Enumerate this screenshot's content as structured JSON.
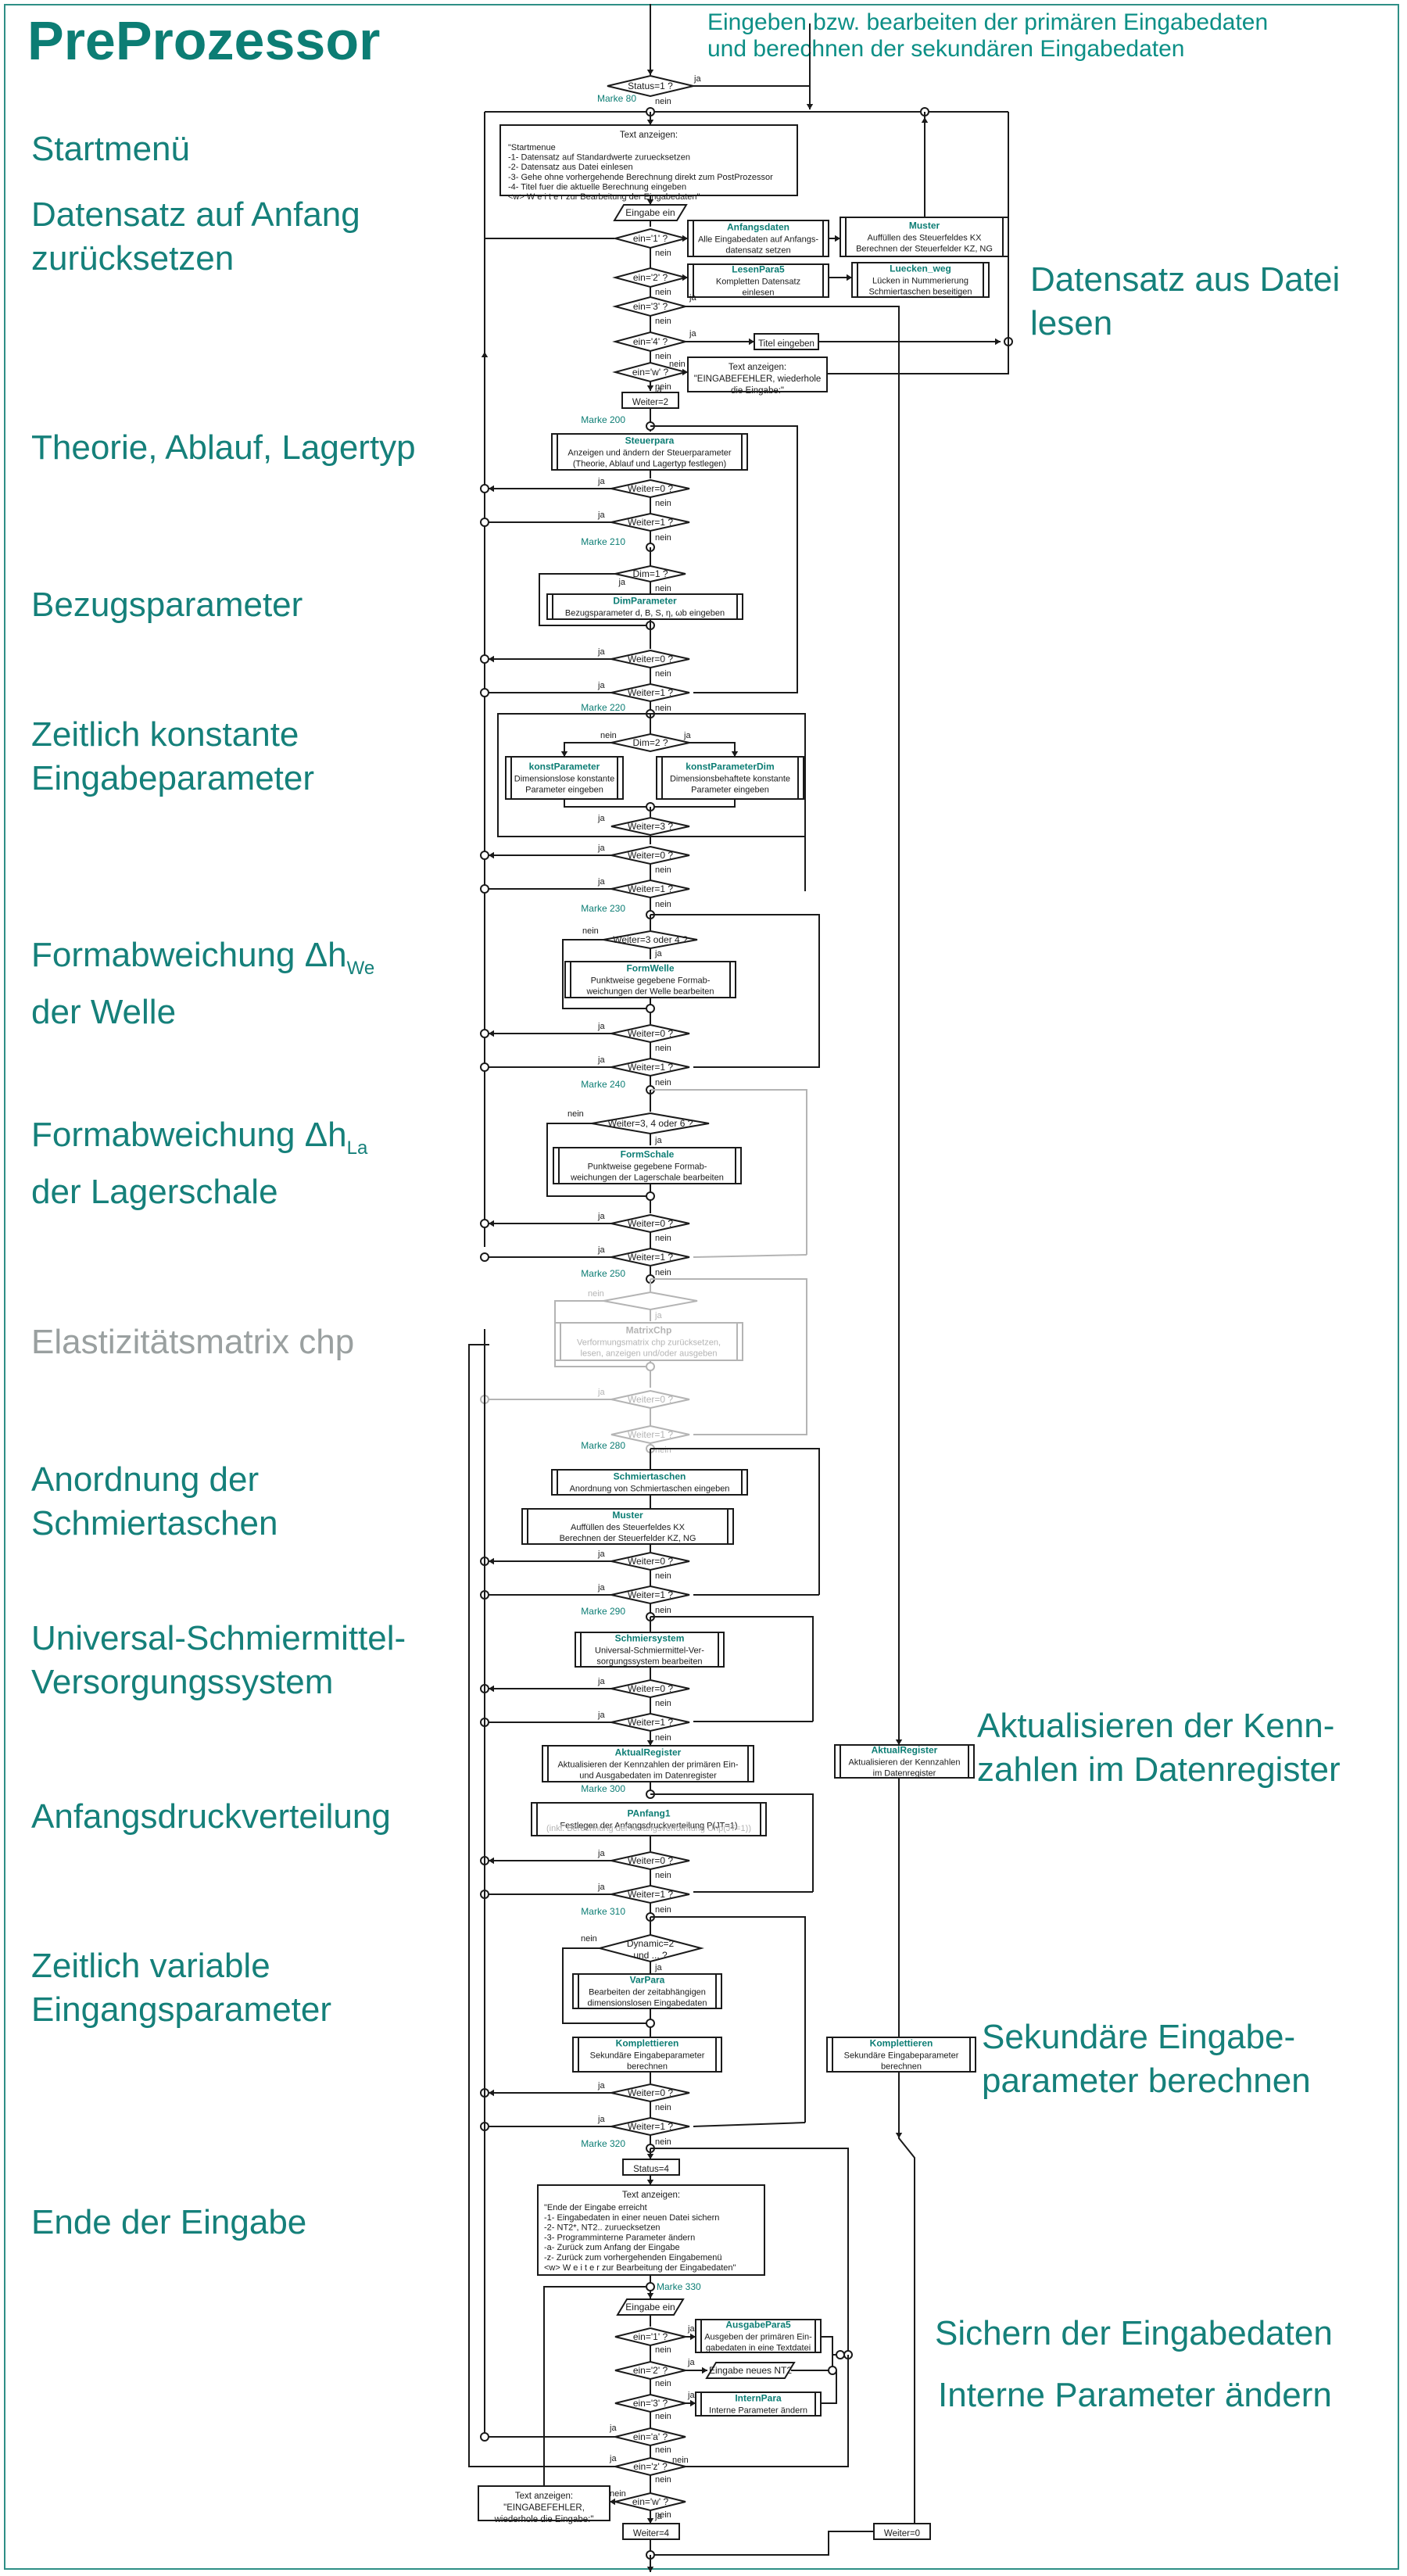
{
  "colors": {
    "accent": "#0c7d74",
    "line": "#1a1a1a",
    "disabled": "#b4b4b4",
    "frame": "#2e8f86"
  },
  "title": "PreProzessor",
  "top_note": {
    "line1": "Eingeben bzw. bearbeiten der primären Eingabedaten",
    "line2": "und berechnen der sekundären Eingabedaten"
  },
  "sections_left": {
    "startmenu": "Startmenü",
    "reset_1": "Datensatz auf Anfang",
    "reset_2": "zurücksetzen",
    "theory": "Theorie, Ablauf, Lagertyp",
    "ref_params": "Bezugsparameter",
    "const_1": "Zeitlich konstante",
    "const_2": "Eingabeparameter",
    "formwelle_1": "Formabweichung Δh",
    "formwelle_sub": "We",
    "formwelle_2": "der Welle",
    "formschale_1": "Formabweichung Δh",
    "formschale_sub": "La",
    "formschale_2": "der Lagerschale",
    "elastic": "Elastizitätsmatrix chp",
    "pockets_1": "Anordnung der",
    "pockets_2": "Schmiertaschen",
    "lube_1": "Universal-Schmiermittel-",
    "lube_2": "Versorgungssystem",
    "pressure": "Anfangsdruckverteilung",
    "variable_1": "Zeitlich variable",
    "variable_2": "Eingangsparameter",
    "end": "Ende der Eingabe"
  },
  "sections_right": {
    "read_1": "Datensatz aus Datei",
    "read_2": "lesen",
    "update_1": "Aktualisieren der Kenn-",
    "update_2": "zahlen im Datenregister",
    "secondary_1": "Sekundäre Eingabe-",
    "secondary_2": "parameter berechnen",
    "save": "Sichern der Eingabedaten",
    "internal": "Interne Parameter ändern"
  },
  "flow": {
    "status1": "Status=1 ?",
    "marke80": "Marke 80",
    "menu_head": "Text anzeigen:",
    "menu_lines": [
      "\"Startmenue",
      "-1- Datensatz auf Standardwerte zuruecksetzen",
      "-2- Datensatz aus Datei einlesen",
      "-3- Gehe ohne vorhergehende Berechnung direkt zum PostProzessor",
      "-4- Titel fuer die aktuelle Berechnung eingeben",
      "<w> W e i t e r zur Bearbeitung der Eingabedaten\""
    ],
    "eingabe_ein": "Eingabe ein",
    "q1": "ein='1' ?",
    "q2": "ein='2' ?",
    "q3": "ein='3' ?",
    "q4": "ein='4' ?",
    "qw": "ein='w' ?",
    "anfangsdaten_name": "Anfangsdaten",
    "anfangsdaten_1": "Alle Eingabedaten auf Anfangs-",
    "anfangsdaten_2": "datensatz setzen",
    "muster_name": "Muster",
    "muster_1": "Auffüllen des Steuerfeldes KX",
    "muster_2": "Berechnen der Steuerfelder KZ, NG",
    "lesen_name": "LesenPara5",
    "lesen_1": "Kompletten Datensatz",
    "lesen_2": "einlesen",
    "luecken_name": "Luecken_weg",
    "luecken_1": "Lücken in Nummerierung",
    "luecken_2": "Schmiertaschen beseitigen",
    "titel": "Titel eingeben",
    "err_head": "Text anzeigen:",
    "err_1": "\"EINGABEFEHLER, wiederhole",
    "err_2": "die Eingabe:\"",
    "weiter2": "Weiter=2",
    "marke200": "Marke 200",
    "steuer_name": "Steuerpara",
    "steuer_1": "Anzeigen und ändern der Steuerparameter",
    "steuer_2": "(Theorie, Ablauf und Lagertyp festlegen)",
    "w0": "Weiter=0 ?",
    "w1": "Weiter=1 ?",
    "marke210": "Marke 210",
    "dim1": "Dim=1 ?",
    "dimp_name": "DimParameter",
    "dimp_1": "Bezugsparameter d, B, S, η, ωb eingeben",
    "marke220": "Marke 220",
    "dim2": "Dim=2 ?",
    "konst_name": "konstParameter",
    "konst_1": "Dimensionslose konstante",
    "konst_2": "Parameter eingeben",
    "konstd_name": "konstParameterDim",
    "konstd_1": "Dimensionsbehaftete konstante",
    "konstd_2": "Parameter eingeben",
    "w3": "Weiter=3 ?",
    "marke230": "Marke 230",
    "w34": "Weiter=3 oder 4 ?",
    "fw_name": "FormWelle",
    "fw_1": "Punktweise gegebene Formab-",
    "fw_2": "weichungen der Welle bearbeiten",
    "marke240": "Marke 240",
    "w346": "Weiter=3, 4 oder 6 ?",
    "fs_name": "FormSchale",
    "fs_1": "Punktweise gegebene Formab-",
    "fs_2": "weichungen der Lagerschale bearbeiten",
    "marke250": "Marke 250",
    "mc_name": "MatrixChp",
    "mc_1": "Verformungsmatrix chp zurücksetzen,",
    "mc_2": "lesen, anzeigen und/oder ausgeben",
    "marke280": "Marke 280",
    "st_name": "Schmiertaschen",
    "st_1": "Anordnung von Schmiertaschen eingeben",
    "marke290": "Marke 290",
    "ss_name": "Schmiersystem",
    "ss_1": "Universal-Schmiermittel-Ver-",
    "ss_2": "sorgungssystem bearbeiten",
    "ar_name": "AktualRegister",
    "ar_1": "Aktualisieren der Kennzahlen der primären Ein-",
    "ar_2": "und Ausgabedaten im Datenregister",
    "ar2_1": "Aktualisieren der Kennzahlen",
    "ar2_2": "im Datenregister",
    "marke300": "Marke 300",
    "pa_name": "PAnfang1",
    "pa_1": "Festlegen der Anfangsdruckverteilung P(JT=1)",
    "pa_2": "(inkl. Berechnung der Anfangsverformung Uhp(JT=1))",
    "marke310": "Marke 310",
    "dyn_1": "Dynamic=2",
    "dyn_2": "und ... ?",
    "vp_name": "VarPara",
    "vp_1": "Bearbeiten der zeitabhängigen",
    "vp_2": "dimensionslosen Eingabedaten",
    "ko_name": "Komplettieren",
    "ko_1": "Sekundäre Eingabeparameter",
    "ko_2": "berechnen",
    "marke320": "Marke 320",
    "status4": "Status=4",
    "end_head": "Text anzeigen:",
    "end_lines": [
      "\"Ende der Eingabe erreicht",
      "-1- Eingabedaten in einer neuen Datei sichern",
      "-2- NT2*, NT2.. zuruecksetzen",
      "-3- Programminterne Parameter ändern",
      "-a- Zurück zum Anfang der Eingabe",
      "-z- Zurück zum vorhergehenden Eingabemenü",
      "<w> W e i t e r zur Bearbeitung der Eingabedaten\""
    ],
    "marke330": "Marke 330",
    "qa": "ein='a' ?",
    "qz": "ein='z' ?",
    "ap_name": "AusgabePara5",
    "ap_1": "Ausgeben der primären Ein-",
    "ap_2": "gabedaten in eine Textdatei",
    "nt2": "Eingabe neues NT2",
    "ip_name": "InternPara",
    "ip_1": "Interne Parameter ändern",
    "err2_head": "Text anzeigen:",
    "err2_1": "\"EINGABEFEHLER,",
    "err2_2": "wiederhole die Eingabe:\"",
    "weiter4": "Weiter=4",
    "weiter0": "Weiter=0",
    "ja": "ja",
    "nein": "nein"
  }
}
